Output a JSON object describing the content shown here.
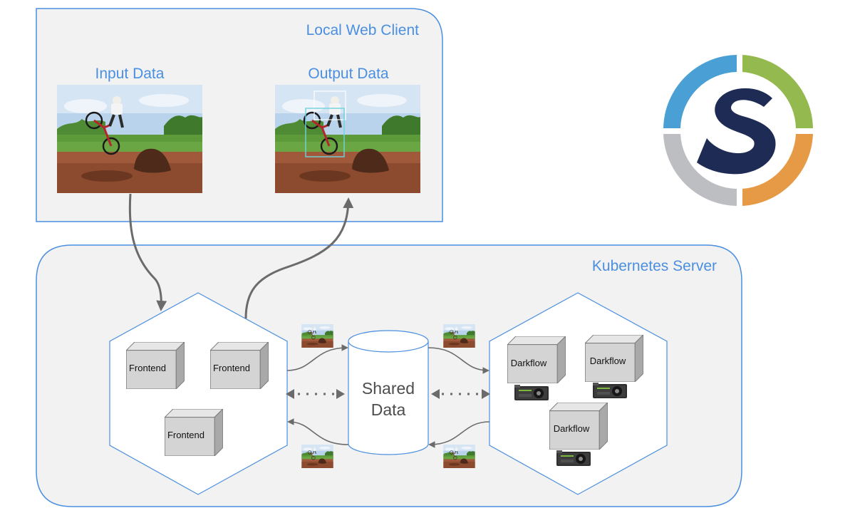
{
  "local_client": {
    "title": "Local Web Client"
  },
  "input_panel": {
    "label": "Input Data"
  },
  "output_panel": {
    "label": "Output Data"
  },
  "server": {
    "title": "Kubernetes Server"
  },
  "frontends": [
    {
      "label": "Frontend"
    },
    {
      "label": "Frontend"
    },
    {
      "label": "Frontend"
    }
  ],
  "darkflows": [
    {
      "label": "Darkflow"
    },
    {
      "label": "Darkflow"
    },
    {
      "label": "Darkflow"
    }
  ],
  "shared_data": {
    "line1": "Shared",
    "line2": "Data"
  },
  "logo": {
    "letter": "S"
  },
  "colors": {
    "accent": "#4a8fe0",
    "panel_bg": "#f2f2f2",
    "arrow": "#6b6b6b",
    "logo_blue": "#4a9fd5",
    "logo_green": "#94b94e",
    "logo_orange": "#e79a46",
    "logo_gray": "#bdbec1",
    "logo_navy": "#1e2c55"
  }
}
